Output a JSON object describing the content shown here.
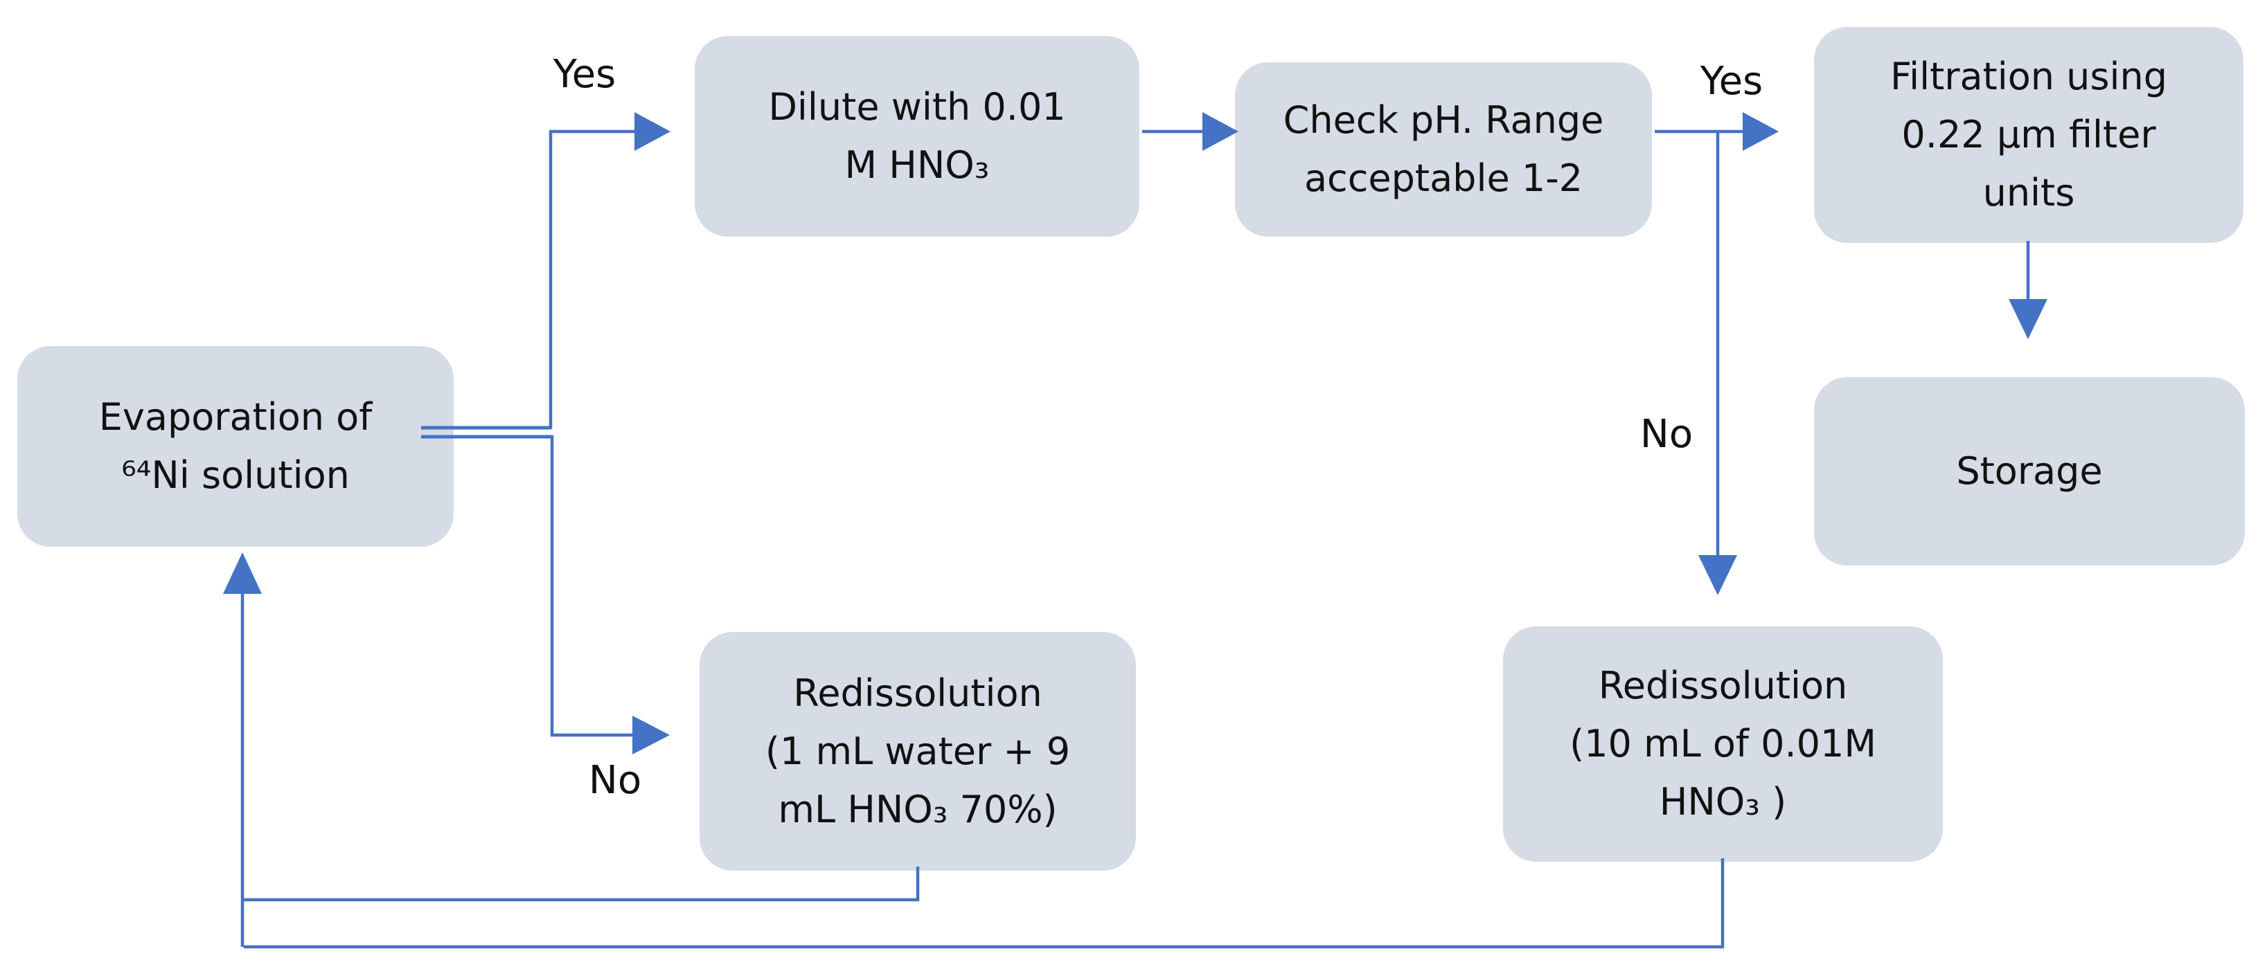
{
  "diagram": {
    "type": "flowchart",
    "nodes": {
      "evaporation": {
        "lines": [
          "Evaporation of",
          "⁶⁴Ni solution"
        ]
      },
      "dilute": {
        "lines": [
          "Dilute with 0.01",
          "M HNO₃"
        ]
      },
      "check_ph": {
        "lines": [
          "Check pH. Range",
          "acceptable 1-2"
        ]
      },
      "filtration": {
        "lines": [
          "Filtration using",
          "0.22 μm filter",
          "units"
        ]
      },
      "storage": {
        "lines": [
          "Storage"
        ]
      },
      "redissolution_weak_acid": {
        "lines": [
          "Redissolution",
          "(1 mL water + 9",
          "mL HNO₃ 70%)"
        ]
      },
      "redissolution_dilute_acid": {
        "lines": [
          "Redissolution",
          "(10 mL of 0.01M",
          "HNO₃ )"
        ]
      }
    },
    "edge_labels": {
      "evaporation_yes": "Yes",
      "evaporation_no": "No",
      "check_ph_yes": "Yes",
      "check_ph_no": "No"
    },
    "edges": [
      {
        "from": "evaporation",
        "to": "dilute",
        "label": "Yes"
      },
      {
        "from": "evaporation",
        "to": "redissolution_weak_acid",
        "label": "No"
      },
      {
        "from": "dilute",
        "to": "check_ph",
        "label": ""
      },
      {
        "from": "check_ph",
        "to": "filtration",
        "label": "Yes"
      },
      {
        "from": "check_ph",
        "to": "redissolution_dilute_acid",
        "label": "No"
      },
      {
        "from": "filtration",
        "to": "storage",
        "label": ""
      },
      {
        "from": "redissolution_weak_acid",
        "to": "evaporation",
        "label": ""
      },
      {
        "from": "redissolution_dilute_acid",
        "to": "evaporation",
        "label": ""
      }
    ]
  },
  "colors": {
    "box_fill": "#d6dce5",
    "arrow": "#4472c4",
    "text_color": "#111111",
    "background": "#ffffff"
  }
}
